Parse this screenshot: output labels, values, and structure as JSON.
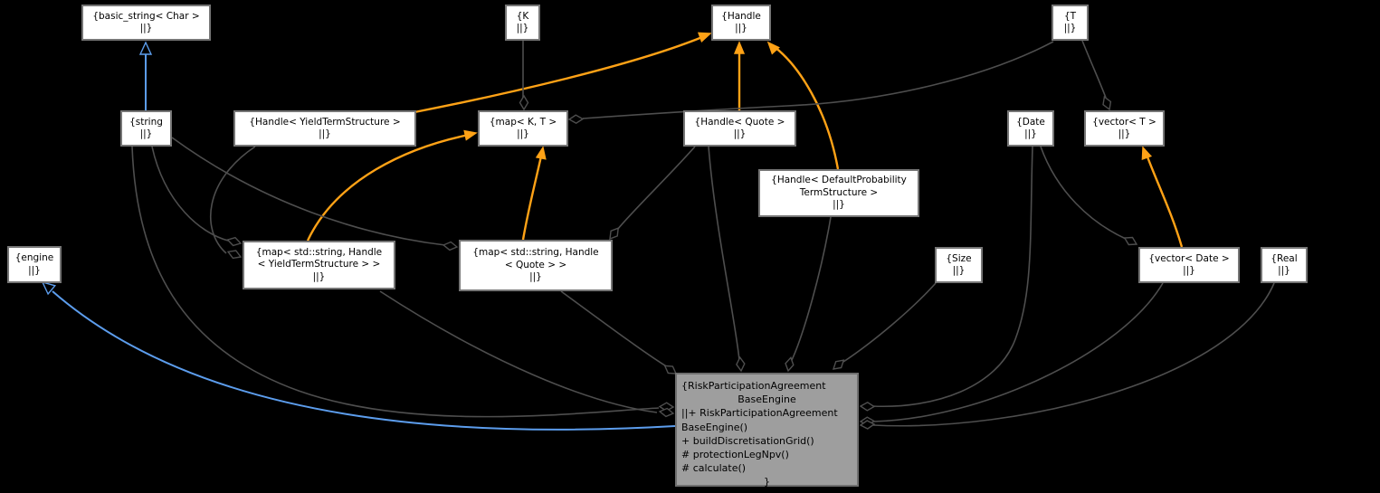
{
  "diagram": {
    "title": "RiskParticipationAgreementBaseEngine collaboration diagram",
    "colors": {
      "background": "#000000",
      "node_fill": "#ffffff",
      "main_node_fill": "#9e9e9e",
      "node_border": "#767676",
      "aggregation_edge": "#4e4e4e",
      "template_edge": "#ffa216",
      "inheritance_edge": "#5c9ded",
      "text": "#000000"
    },
    "nodes": [
      {
        "id": "basic_string",
        "name": "node-basic-string-char",
        "lines": [
          "{basic_string< Char >",
          "||}"
        ]
      },
      {
        "id": "k",
        "name": "node-k",
        "lines": [
          "{K",
          "||}"
        ]
      },
      {
        "id": "handle",
        "name": "node-handle",
        "lines": [
          "{Handle",
          "||}"
        ]
      },
      {
        "id": "t",
        "name": "node-t",
        "lines": [
          "{T",
          "||}"
        ]
      },
      {
        "id": "string",
        "name": "node-string",
        "lines": [
          "{string",
          "||}"
        ]
      },
      {
        "id": "handle_yts",
        "name": "node-handle-yieldtermstructure",
        "lines": [
          "{Handle< YieldTermStructure >",
          "||}"
        ]
      },
      {
        "id": "map_kt",
        "name": "node-map-k-t",
        "lines": [
          "{map< K, T >",
          "||}"
        ]
      },
      {
        "id": "handle_quote",
        "name": "node-handle-quote",
        "lines": [
          "{Handle< Quote >",
          "||}"
        ]
      },
      {
        "id": "date",
        "name": "node-date",
        "lines": [
          "{Date",
          "||}"
        ]
      },
      {
        "id": "vector_t",
        "name": "node-vector-t",
        "lines": [
          "{vector< T >",
          "||}"
        ]
      },
      {
        "id": "handle_dpts",
        "name": "node-handle-defaultprobabilitytermstructure",
        "lines": [
          "{Handle< DefaultProbability",
          "TermStructure >",
          "||}"
        ]
      },
      {
        "id": "engine",
        "name": "node-engine",
        "lines": [
          "{engine",
          "||}"
        ]
      },
      {
        "id": "map_string_yts",
        "name": "node-map-string-handle-yieldtermstructure",
        "lines": [
          "{map< std::string, Handle",
          "< YieldTermStructure > >",
          "||}"
        ]
      },
      {
        "id": "map_string_quote",
        "name": "node-map-string-handle-quote",
        "lines": [
          "{map< std::string, Handle",
          "< Quote > >",
          "||}"
        ]
      },
      {
        "id": "size",
        "name": "node-size",
        "lines": [
          "{Size",
          "||}"
        ]
      },
      {
        "id": "vector_date",
        "name": "node-vector-date",
        "lines": [
          "{vector< Date >",
          "||}"
        ]
      },
      {
        "id": "real",
        "name": "node-real",
        "lines": [
          "{Real",
          "||}"
        ]
      },
      {
        "id": "main",
        "name": "node-riskparticipationagreementbaseengine",
        "main": true,
        "lines": [
          "{RiskParticipationAgreement",
          "BaseEngine",
          "||+ RiskParticipationAgreement",
          "BaseEngine()",
          "+ buildDiscretisationGrid()",
          "# protectionLegNpv()",
          "# calculate()",
          "}"
        ],
        "center_lines": [
          1,
          7
        ]
      }
    ],
    "edges": [
      {
        "from": "string",
        "to": "basic_string",
        "type": "inheritance"
      },
      {
        "from": "main",
        "to": "engine",
        "type": "inheritance"
      },
      {
        "from": "handle_yts",
        "to": "handle",
        "type": "template"
      },
      {
        "from": "handle_quote",
        "to": "handle",
        "type": "template"
      },
      {
        "from": "handle_dpts",
        "to": "handle",
        "type": "template"
      },
      {
        "from": "map_string_yts",
        "to": "map_kt",
        "type": "template"
      },
      {
        "from": "map_string_quote",
        "to": "map_kt",
        "type": "template"
      },
      {
        "from": "vector_date",
        "to": "vector_t",
        "type": "template"
      },
      {
        "from": "k",
        "to": "map_kt",
        "type": "aggregation"
      },
      {
        "from": "t",
        "to": "map_kt",
        "type": "aggregation"
      },
      {
        "from": "t",
        "to": "vector_t",
        "type": "aggregation"
      },
      {
        "from": "string",
        "to": "map_string_yts",
        "type": "aggregation"
      },
      {
        "from": "handle_yts",
        "to": "map_string_yts",
        "type": "aggregation"
      },
      {
        "from": "string",
        "to": "map_string_quote",
        "type": "aggregation"
      },
      {
        "from": "handle_quote",
        "to": "map_string_quote",
        "type": "aggregation"
      },
      {
        "from": "date",
        "to": "vector_date",
        "type": "aggregation"
      },
      {
        "from": "string",
        "to": "main",
        "type": "aggregation"
      },
      {
        "from": "map_string_yts",
        "to": "main",
        "type": "aggregation"
      },
      {
        "from": "map_string_quote",
        "to": "main",
        "type": "aggregation"
      },
      {
        "from": "handle_quote",
        "to": "main",
        "type": "aggregation"
      },
      {
        "from": "handle_dpts",
        "to": "main",
        "type": "aggregation"
      },
      {
        "from": "size",
        "to": "main",
        "type": "aggregation"
      },
      {
        "from": "date",
        "to": "main",
        "type": "aggregation"
      },
      {
        "from": "vector_date",
        "to": "main",
        "type": "aggregation"
      },
      {
        "from": "real",
        "to": "main",
        "type": "aggregation"
      }
    ]
  }
}
